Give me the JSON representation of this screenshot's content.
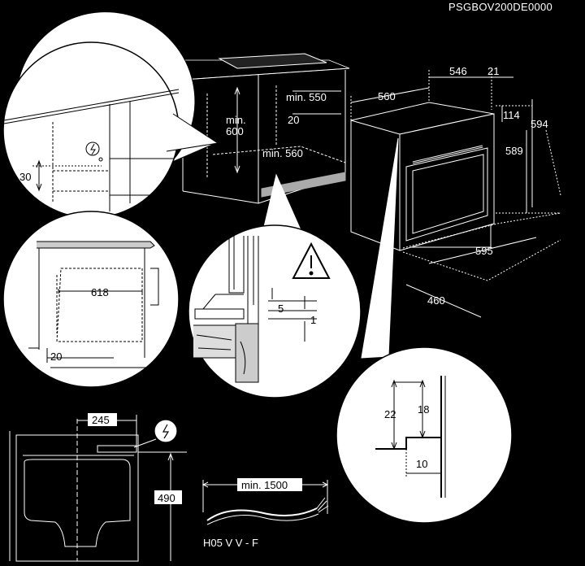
{
  "document_code": "PSGBOV200DE0000",
  "niche": {
    "min_height": "min.\n600",
    "min_depth": "min. 550",
    "gap": "20",
    "min_width": "min. 560"
  },
  "oven": {
    "depth": "546",
    "front": "21",
    "width": "560",
    "top_gap": "114",
    "height_total": "594",
    "height_body": "589",
    "front_width": "595",
    "depth_bottom": "460"
  },
  "detail_top_left": {
    "socket_offset": "30"
  },
  "detail_mid_left": {
    "width": "618",
    "clearance": "20"
  },
  "detail_center": {
    "gap_a": "5",
    "gap_b": "1"
  },
  "detail_right": {
    "height_a": "22",
    "height_b": "18",
    "depth": "10"
  },
  "bottom_left": {
    "offset": "245",
    "height": "490"
  },
  "cable": {
    "length": "min. 1500",
    "type": "H05 V V - F"
  },
  "icons": [
    "power-plug-icon",
    "warning-triangle-icon"
  ]
}
